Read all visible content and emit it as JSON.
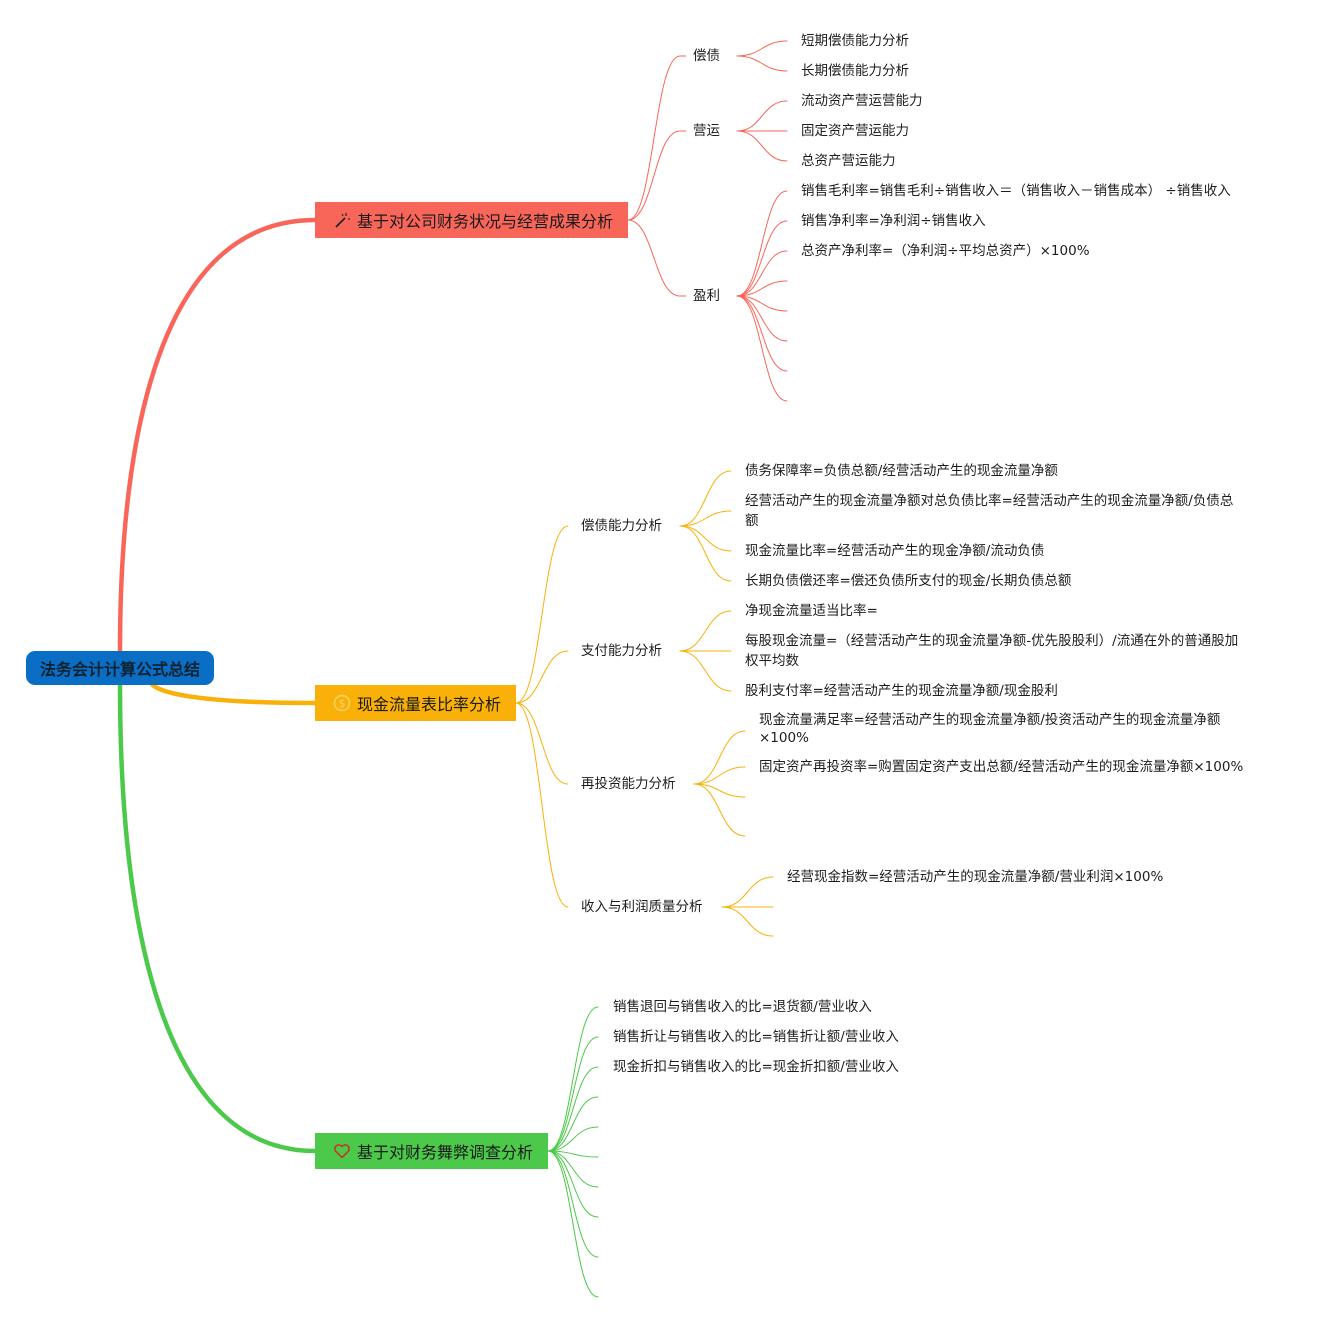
{
  "root": "法务会计计算公式总结",
  "colors": {
    "red": "#f8665a",
    "orange": "#f9b10a",
    "green": "#4cc94a",
    "root": "#0a6fc4"
  },
  "branches": [
    {
      "title": "基于对公司财务状况与经营成果分析",
      "icon": "magic-wand-icon",
      "subs": [
        {
          "label": "偿债",
          "items": [
            "短期偿债能力分析",
            "长期偿债能力分析"
          ]
        },
        {
          "label": "营运",
          "items": [
            "流动资产营运营能力",
            "固定资产营运能力",
            "总资产营运能力"
          ]
        },
        {
          "label": "盈利",
          "items": [
            "销售毛利率=销售毛利÷销售收入＝（销售收入－销售成本） ÷销售收入",
            "销售净利率=净利润÷销售收入",
            "总资产净利率=（净利润÷平均总资产）×100%"
          ]
        }
      ]
    },
    {
      "title": "现金流量表比率分析",
      "icon": "dollar-icon",
      "subs": [
        {
          "label": "偿债能力分析",
          "items": [
            "债务保障率=负债总额/经营活动产生的现金流量净额",
            "经营活动产生的现金流量净额对总负债比率=经营活动产生的现金流量净额/负债总额",
            "现金流量比率=经营活动产生的现金净额/流动负债",
            "长期负债偿还率=偿还负债所支付的现金/长期负债总额"
          ]
        },
        {
          "label": "支付能力分析",
          "items": [
            "净现金流量适当比率=",
            "每股现金流量=（经营活动产生的现金流量净额-优先股股利）/流通在外的普通股加权平均数",
            "股利支付率=经营活动产生的现金流量净额/现金股利"
          ]
        },
        {
          "label": "再投资能力分析",
          "items": [
            "现金流量满足率=经营活动产生的现金流量净额/投资活动产生的现金流量净额×100%",
            "固定资产再投资率=购置固定资产支出总额/经营活动产生的现金流量净额×100%"
          ]
        },
        {
          "label": "收入与利润质量分析",
          "items": [
            "经营现金指数=经营活动产生的现金流量净额/营业利润×100%"
          ]
        }
      ]
    },
    {
      "title": "基于对财务舞弊调查分析",
      "icon": "heart-icon",
      "items": [
        "销售退回与销售收入的比=退货额/营业收入",
        "销售折让与销售收入的比=销售折让额/营业收入",
        "现金折扣与销售收入的比=现金折扣额/营业收入"
      ]
    }
  ]
}
